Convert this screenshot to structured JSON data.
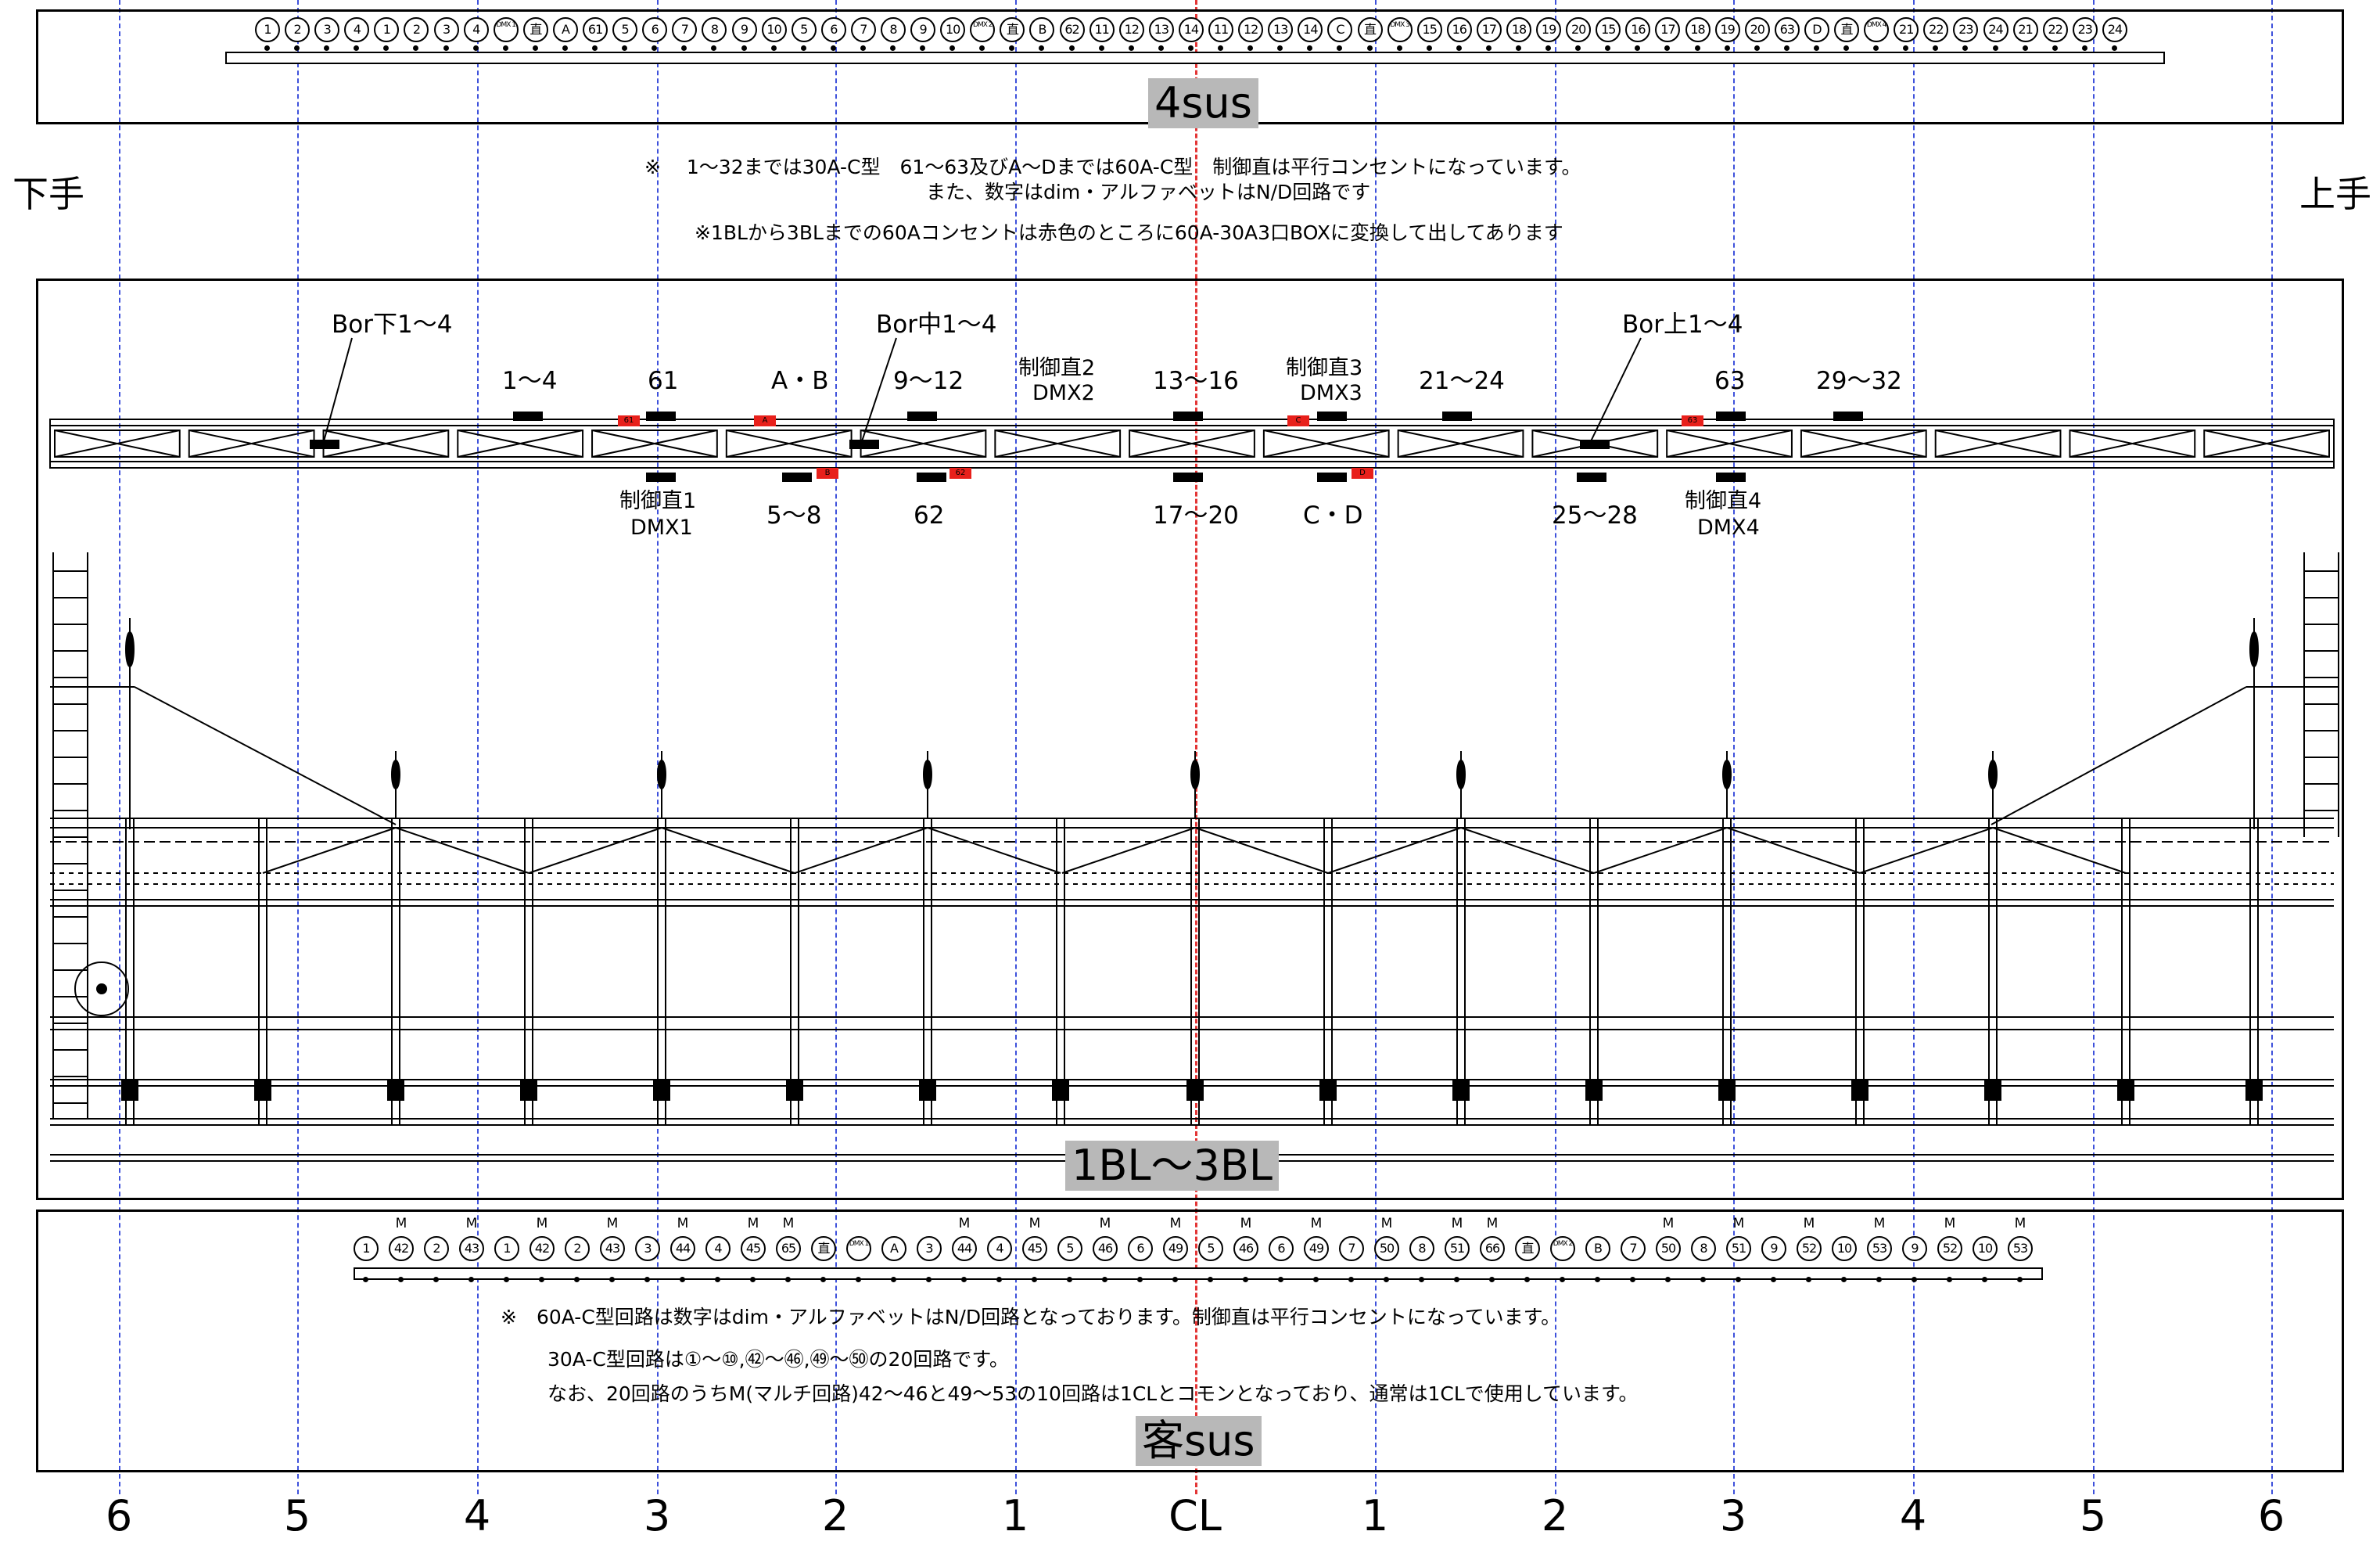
{
  "side": {
    "left": "下手",
    "right": "上手"
  },
  "axis": [
    "6",
    "5",
    "4",
    "3",
    "2",
    "1",
    "CL",
    "1",
    "2",
    "3",
    "4",
    "5",
    "6"
  ],
  "top_pipe": {
    "name": "4sus",
    "circuits": [
      "1",
      "2",
      "3",
      "4",
      "1",
      "2",
      "3",
      "4",
      "DMX 1",
      "直",
      "A",
      "61",
      "5",
      "6",
      "7",
      "8",
      "9",
      "10",
      "5",
      "6",
      "7",
      "8",
      "9",
      "10",
      "DMX 2",
      "直",
      "B",
      "62",
      "11",
      "12",
      "13",
      "14",
      "11",
      "12",
      "13",
      "14",
      "C",
      "直",
      "DMX 3",
      "15",
      "16",
      "17",
      "18",
      "19",
      "20",
      "15",
      "16",
      "17",
      "18",
      "19",
      "20",
      "63",
      "D",
      "直",
      "DMX 4",
      "21",
      "22",
      "23",
      "24",
      "21",
      "22",
      "23",
      "24"
    ],
    "notes": [
      "※　 1～32までは30A-C型　61～63及びA～Dまでは60A-C型　制御直は平行コンセントになっています。",
      "また、数字はdim・アルファベットはN/D回路です",
      "※1BLから3BLまでの60Aコンセントは赤色のところに60A-30A3口BOXに変換して出してあります"
    ]
  },
  "bridge": {
    "name": "1BL～3BL",
    "labels_top": [
      {
        "id": "bor-lower",
        "text": "Bor下1～4"
      },
      {
        "id": "c1-4",
        "text": "1～4"
      },
      {
        "id": "c61",
        "text": "61"
      },
      {
        "id": "ab",
        "text": "A・B"
      },
      {
        "id": "bor-mid",
        "text": "Bor中1～4"
      },
      {
        "id": "c9-12",
        "text": "9～12"
      },
      {
        "id": "ctl2",
        "text": "制御直2"
      },
      {
        "id": "dmx2",
        "text": "DMX2"
      },
      {
        "id": "c13-16",
        "text": "13～16"
      },
      {
        "id": "ctl3",
        "text": "制御直3"
      },
      {
        "id": "dmx3",
        "text": "DMX3"
      },
      {
        "id": "c21-24",
        "text": "21～24"
      },
      {
        "id": "bor-upper",
        "text": "Bor上1～4"
      },
      {
        "id": "c63",
        "text": "63"
      },
      {
        "id": "c29-32",
        "text": "29～32"
      }
    ],
    "labels_bottom": [
      {
        "id": "ctl1",
        "text": "制御直1"
      },
      {
        "id": "dmx1",
        "text": "DMX1"
      },
      {
        "id": "c5-8",
        "text": "5～8"
      },
      {
        "id": "c62",
        "text": "62"
      },
      {
        "id": "c17-20",
        "text": "17～20"
      },
      {
        "id": "cd",
        "text": "C・D"
      },
      {
        "id": "c25-28",
        "text": "25～28"
      },
      {
        "id": "ctl4",
        "text": "制御直4"
      },
      {
        "id": "dmx4",
        "text": "DMX4"
      }
    ],
    "red_boxes": [
      "61",
      "A",
      "B",
      "62",
      "C",
      "D",
      "63"
    ],
    "accent_red": "#e8201b"
  },
  "bottom_pipe": {
    "name": "客sus",
    "circuits": [
      {
        "t": "1",
        "m": false
      },
      {
        "t": "42",
        "m": true
      },
      {
        "t": "2",
        "m": false
      },
      {
        "t": "43",
        "m": true
      },
      {
        "t": "1",
        "m": false
      },
      {
        "t": "42",
        "m": true
      },
      {
        "t": "2",
        "m": false
      },
      {
        "t": "43",
        "m": true
      },
      {
        "t": "3",
        "m": false
      },
      {
        "t": "44",
        "m": true
      },
      {
        "t": "4",
        "m": false
      },
      {
        "t": "45",
        "m": true
      },
      {
        "t": "65",
        "m": true
      },
      {
        "t": "直",
        "m": false
      },
      {
        "t": "DMX 1",
        "m": false
      },
      {
        "t": "A",
        "m": false
      },
      {
        "t": "3",
        "m": false
      },
      {
        "t": "44",
        "m": true
      },
      {
        "t": "4",
        "m": false
      },
      {
        "t": "45",
        "m": true
      },
      {
        "t": "5",
        "m": false
      },
      {
        "t": "46",
        "m": true
      },
      {
        "t": "6",
        "m": false
      },
      {
        "t": "49",
        "m": true
      },
      {
        "t": "5",
        "m": false
      },
      {
        "t": "46",
        "m": true
      },
      {
        "t": "6",
        "m": false
      },
      {
        "t": "49",
        "m": true
      },
      {
        "t": "7",
        "m": false
      },
      {
        "t": "50",
        "m": true
      },
      {
        "t": "8",
        "m": false
      },
      {
        "t": "51",
        "m": true
      },
      {
        "t": "66",
        "m": true
      },
      {
        "t": "直",
        "m": false
      },
      {
        "t": "DMX 2",
        "m": false
      },
      {
        "t": "B",
        "m": false
      },
      {
        "t": "7",
        "m": false
      },
      {
        "t": "50",
        "m": true
      },
      {
        "t": "8",
        "m": false
      },
      {
        "t": "51",
        "m": true
      },
      {
        "t": "9",
        "m": false
      },
      {
        "t": "52",
        "m": true
      },
      {
        "t": "10",
        "m": false
      },
      {
        "t": "53",
        "m": true
      },
      {
        "t": "9",
        "m": false
      },
      {
        "t": "52",
        "m": true
      },
      {
        "t": "10",
        "m": false
      },
      {
        "t": "53",
        "m": true
      }
    ],
    "m_mark": "M",
    "notes": [
      "※　60A-C型回路は数字はdim・アルファベットはN/D回路となっております。制御直は平行コンセントになっています。",
      "30A-C型回路は①～⑩,㊷～㊻,㊾～㊿の20回路です。",
      "なお、20回路のうちM(マルチ回路)42～46と49～53の10回路は1CLとコモンとなっており、通常は1CLで使用しています。"
    ]
  }
}
